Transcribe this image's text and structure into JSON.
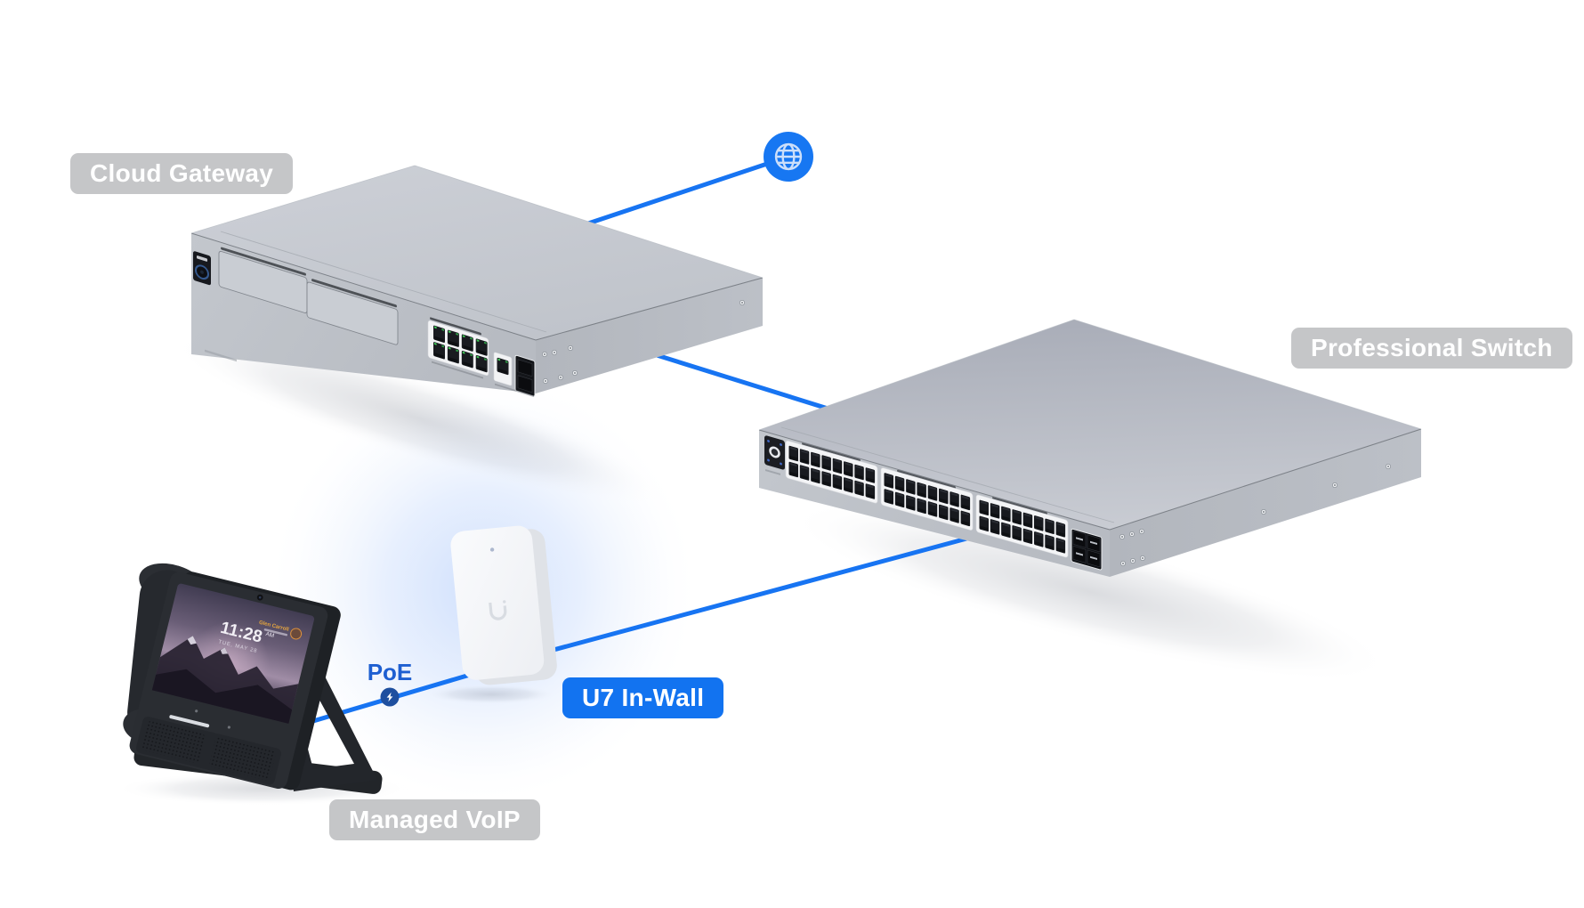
{
  "badges": {
    "cloud_gateway": "Cloud Gateway",
    "professional_switch": "Professional Switch",
    "u7_inwall": "U7 In-Wall",
    "managed_voip": "Managed VoIP"
  },
  "poe": {
    "label": "PoE",
    "icon": "lightning-bolt-icon"
  },
  "internet": {
    "icon": "globe-icon"
  },
  "phone_screen": {
    "time": "11:28",
    "meridiem": "AM",
    "date": "TUE, MAY 28",
    "caller_name": "Glen Carroll"
  },
  "connections": [
    {
      "from": "internet",
      "to": "cloud-gateway"
    },
    {
      "from": "cloud-gateway",
      "to": "professional-switch"
    },
    {
      "from": "professional-switch",
      "to": "u7-inwall"
    },
    {
      "from": "u7-inwall",
      "to": "managed-voip",
      "via": "PoE"
    }
  ],
  "colors": {
    "accent_blue": "#1774F2",
    "badge_gray": "#C5C6C8",
    "badge_blue": "#1273F0",
    "poe_node_blue": "#1E4F9F",
    "poe_text_blue": "#1E5FD1",
    "glow_blue": "#AECBFA",
    "background": "#FFFFFF"
  }
}
